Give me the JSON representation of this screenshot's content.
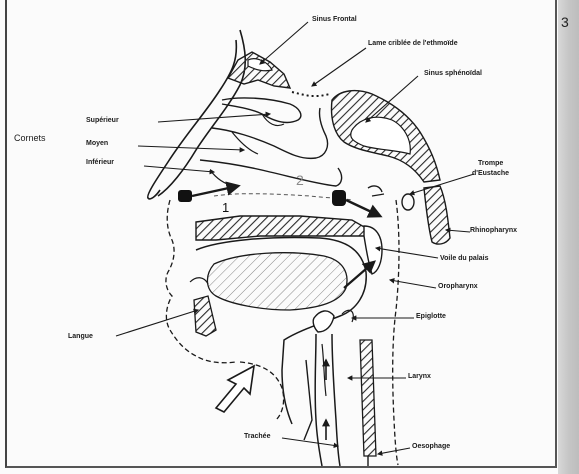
{
  "labels": {
    "sinus_frontal": "Sinus Frontal",
    "lame_criblee": "Lame criblée de l'ethmoïde",
    "sinus_sphenoidal": "Sinus sphénoïdal",
    "cornets": "Cornets",
    "superieur": "Supérieur",
    "moyen": "Moyen",
    "inferieur": "Inférieur",
    "trompe_line1": "Trompe",
    "trompe_line2": "d'Eustache",
    "rhinopharynx": "Rhinopharynx",
    "voile_palais": "Voile du palais",
    "oropharynx": "Oropharynx",
    "langue": "Langue",
    "epiglotte": "Epiglotte",
    "larynx": "Larynx",
    "trachee": "Trachée",
    "oesophage": "Oesophage"
  },
  "route_numbers": {
    "one": "1",
    "two": "2"
  },
  "right_edge_text": "3",
  "colors": {
    "line": "#1a1a1a",
    "hatch": "#2a2a2a",
    "faint_number": "#8a8a8a"
  }
}
